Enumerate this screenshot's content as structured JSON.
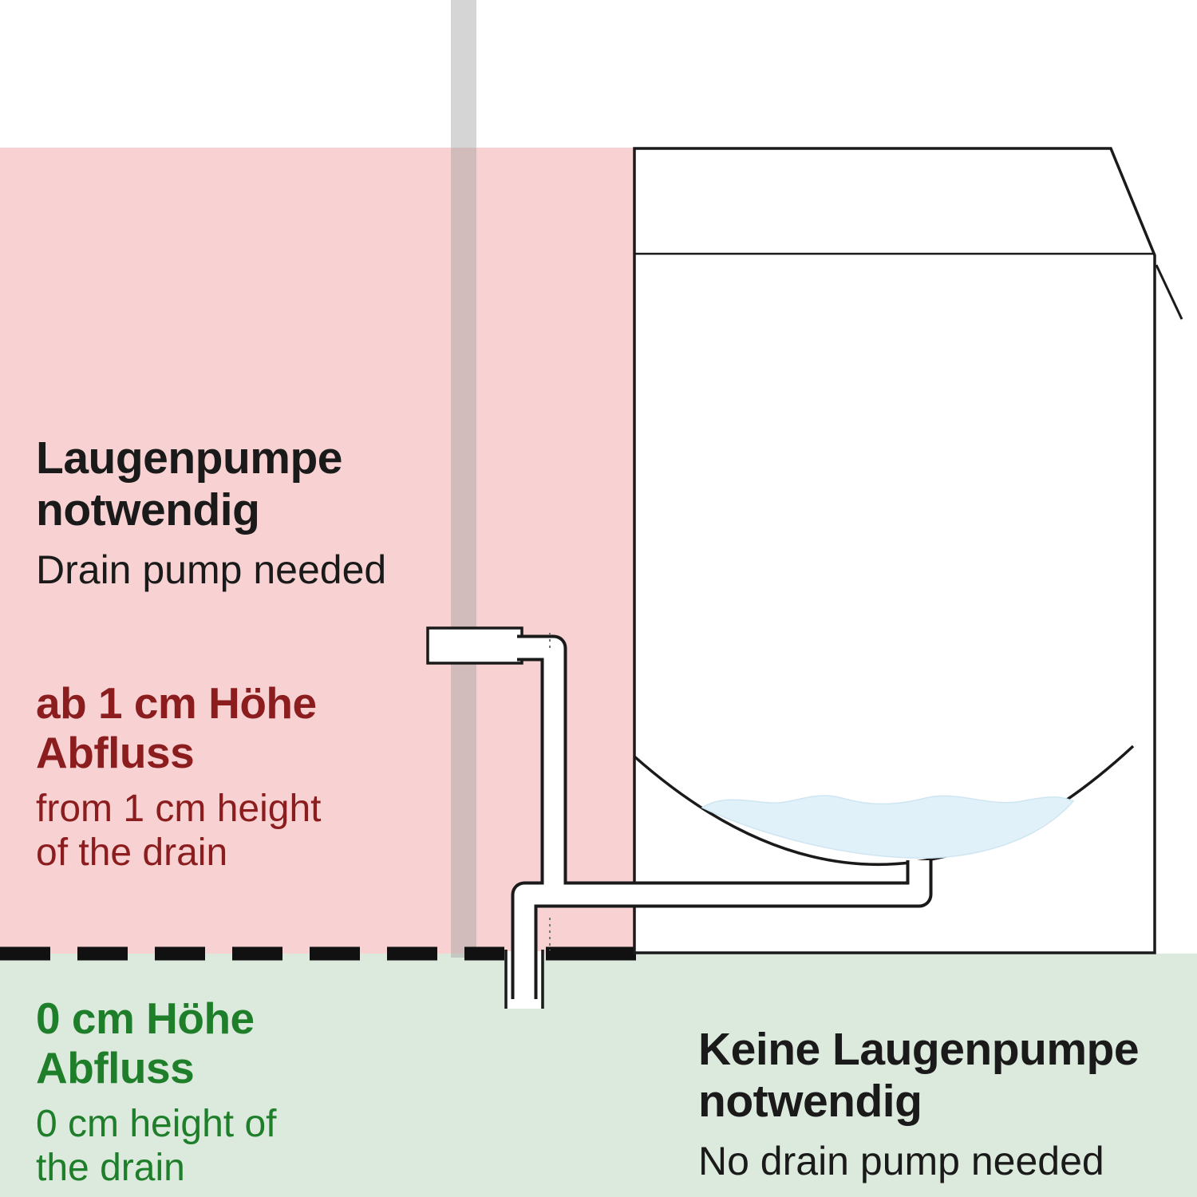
{
  "diagram": {
    "left_zone": {
      "title_line1": "Laugenpumpe",
      "title_line2": "notwendig",
      "subtitle": "Drain pump needed",
      "drain_title_line1": "ab 1 cm Höhe",
      "drain_title_line2": "Abfluss",
      "drain_subtitle_line1": "from 1 cm height",
      "drain_subtitle_line2": "of the drain"
    },
    "bottom_left_zone": {
      "title_line1": "0 cm Höhe",
      "title_line2": "Abfluss",
      "subtitle_line1": "0 cm height of",
      "subtitle_line2": "the drain"
    },
    "bottom_right_zone": {
      "title_line1": "Keine Laugenpumpe",
      "title_line2": "notwendig",
      "subtitle": "No drain pump needed"
    },
    "colors": {
      "pink_zone": "#f8d2d2",
      "green_zone": "#dceadd",
      "dark_red_text": "#8b1d1f",
      "green_text": "#1e7e2a",
      "black_text": "#1a1a1a",
      "outline_black": "#1a1a1a",
      "pipe_gray": "#9a9a9a",
      "water_blue": "#e1f1fa",
      "floor_line_black": "#111111"
    }
  }
}
